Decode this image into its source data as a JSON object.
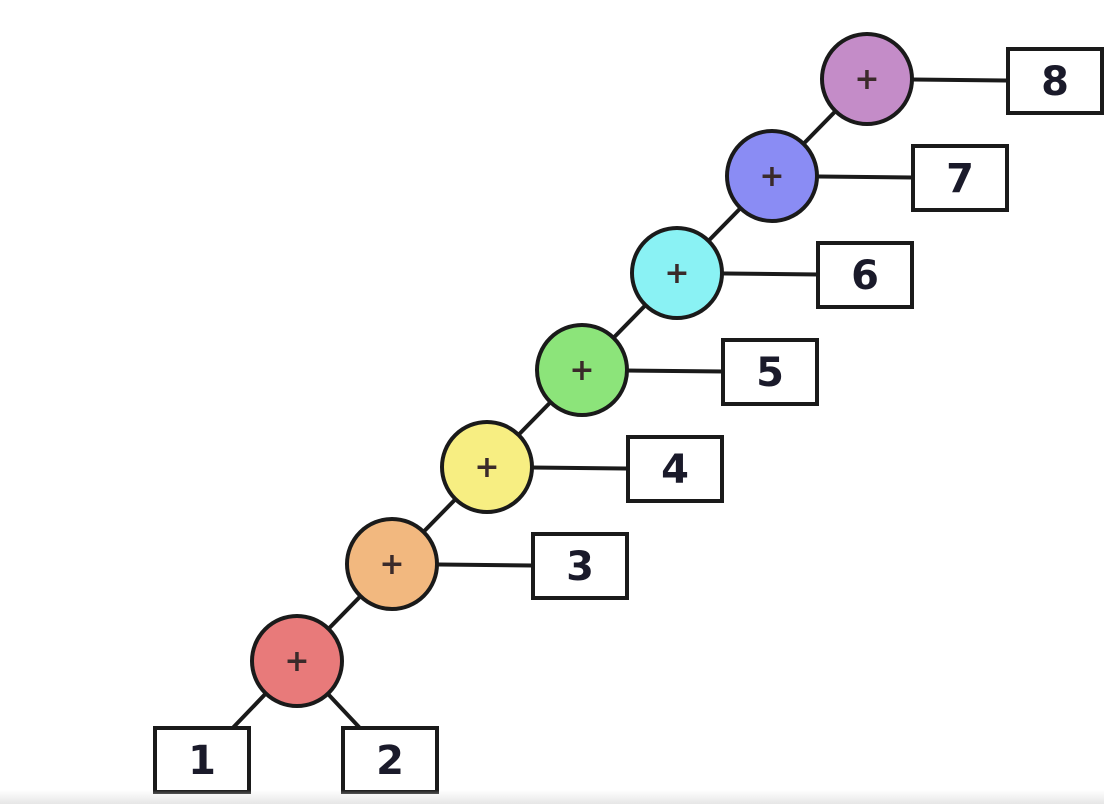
{
  "diagram": {
    "operator_nodes": [
      {
        "id": "op1",
        "label": "+",
        "color": "#e87a7a"
      },
      {
        "id": "op2",
        "label": "+",
        "color": "#f2b87f"
      },
      {
        "id": "op3",
        "label": "+",
        "color": "#f7ee82"
      },
      {
        "id": "op4",
        "label": "+",
        "color": "#8ce47a"
      },
      {
        "id": "op5",
        "label": "+",
        "color": "#8af2f4"
      },
      {
        "id": "op6",
        "label": "+",
        "color": "#8a8cf4"
      },
      {
        "id": "op7",
        "label": "+",
        "color": "#c48cc8"
      }
    ],
    "leaf_nodes": [
      {
        "id": "leaf1",
        "label": "1"
      },
      {
        "id": "leaf2",
        "label": "2"
      },
      {
        "id": "leaf3",
        "label": "3"
      },
      {
        "id": "leaf4",
        "label": "4"
      },
      {
        "id": "leaf5",
        "label": "5"
      },
      {
        "id": "leaf6",
        "label": "6"
      },
      {
        "id": "leaf7",
        "label": "7"
      },
      {
        "id": "leaf8",
        "label": "8"
      }
    ],
    "edges": [
      [
        "op7",
        "op6"
      ],
      [
        "op7",
        "leaf8"
      ],
      [
        "op6",
        "op5"
      ],
      [
        "op6",
        "leaf7"
      ],
      [
        "op5",
        "op4"
      ],
      [
        "op5",
        "leaf6"
      ],
      [
        "op4",
        "op3"
      ],
      [
        "op4",
        "leaf5"
      ],
      [
        "op3",
        "op2"
      ],
      [
        "op3",
        "leaf4"
      ],
      [
        "op2",
        "op1"
      ],
      [
        "op2",
        "leaf3"
      ],
      [
        "op1",
        "leaf1"
      ],
      [
        "op1",
        "leaf2"
      ]
    ]
  }
}
